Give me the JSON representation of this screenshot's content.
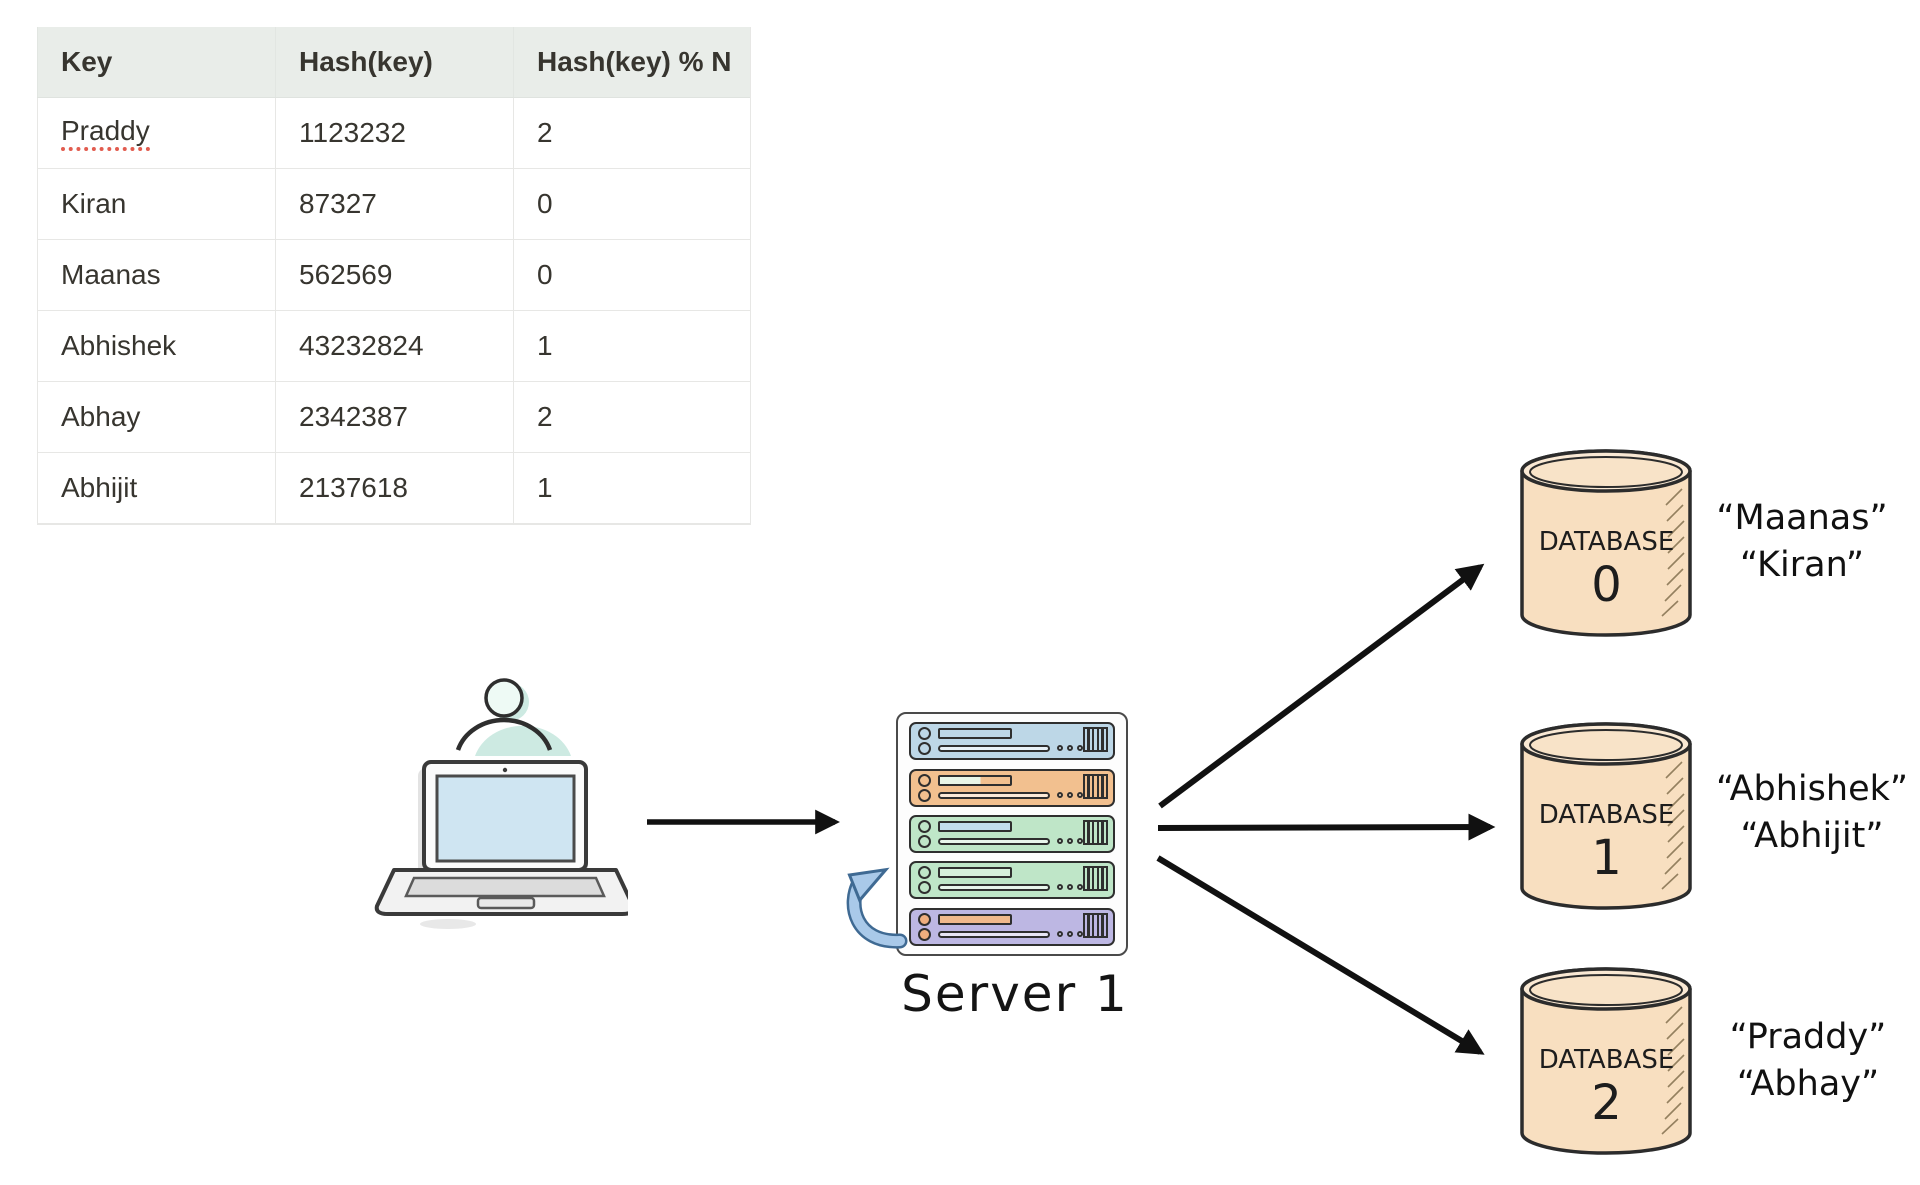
{
  "table": {
    "columns": [
      "Key",
      "Hash(key)",
      "Hash(key) % N"
    ],
    "rows": [
      {
        "key": "Praddy",
        "hash": "1123232",
        "mod": "2"
      },
      {
        "key": "Kiran",
        "hash": "87327",
        "mod": "0"
      },
      {
        "key": "Maanas",
        "hash": "562569",
        "mod": "0"
      },
      {
        "key": "Abhishek",
        "hash": "43232824",
        "mod": "1"
      },
      {
        "key": "Abhay",
        "hash": "2342387",
        "mod": "2"
      },
      {
        "key": "Abhijit",
        "hash": "2137618",
        "mod": "1"
      }
    ]
  },
  "server": {
    "label": "Server 1"
  },
  "databases": [
    {
      "name": "DATABASE",
      "number": "0",
      "key1": "“Maanas”",
      "key2": "“Kiran”"
    },
    {
      "name": "DATABASE",
      "number": "1",
      "key1": "“Abhishek”",
      "key2": "“Abhijit”"
    },
    {
      "name": "DATABASE",
      "number": "2",
      "key1": "“Praddy”",
      "key2": "“Abhay”"
    }
  ],
  "colors": {
    "table_header_bg": "#e9ede9",
    "spellcheck_underline": "#e25c4f",
    "rack_blue": "#bdd7e7",
    "rack_orange": "#f2c08f",
    "rack_green": "#bfe6c8",
    "rack_purple": "#bdb7e3",
    "refresh_arrow_fill": "#a9c9e9",
    "cylinder_fill": "#f8dfc0",
    "laptop_screen": "#cfe5f2",
    "person_accent": "#cdeae2",
    "arrow": "#111111"
  }
}
